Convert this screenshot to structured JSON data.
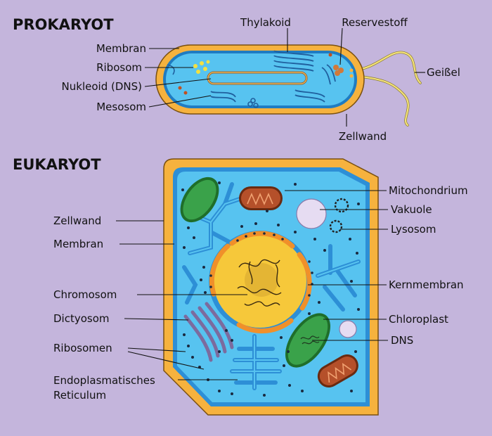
{
  "prokaryot": {
    "heading": "PROKARYOT",
    "labels": {
      "membran": "Membran",
      "ribosom": "Ribosom",
      "nukleoid": "Nukleoid (DNS)",
      "mesosom": "Mesosom",
      "thylakoid": "Thylakoid",
      "reservestoff": "Reservestoff",
      "geissel": "Geißel",
      "zellwand": "Zellwand"
    }
  },
  "eukaryot": {
    "heading": "EUKARYOT",
    "labels": {
      "zellwand": "Zellwand",
      "membran": "Membran",
      "chromosom": "Chromosom",
      "dictyosom": "Dictyosom",
      "ribosomen": "Ribosomen",
      "er_line1": "Endoplasmatisches",
      "er_line2": "Reticulum",
      "mitochondrium": "Mitochondrium",
      "vakuole": "Vakuole",
      "lysosom": "Lysosom",
      "kernmembran": "Kernmembran",
      "chloroplast": "Chloroplast",
      "dns": "DNS"
    }
  },
  "colors": {
    "background": "#c4b5dc",
    "cell_wall": "#f6b23e",
    "membrane": "#2d8fd6",
    "cytoplasm": "#57c3f0",
    "nucleus": "#f6c83a",
    "chloroplast": "#3aa24a",
    "mitochondrion": "#b5502a",
    "flagellum": "#f3e27a"
  }
}
